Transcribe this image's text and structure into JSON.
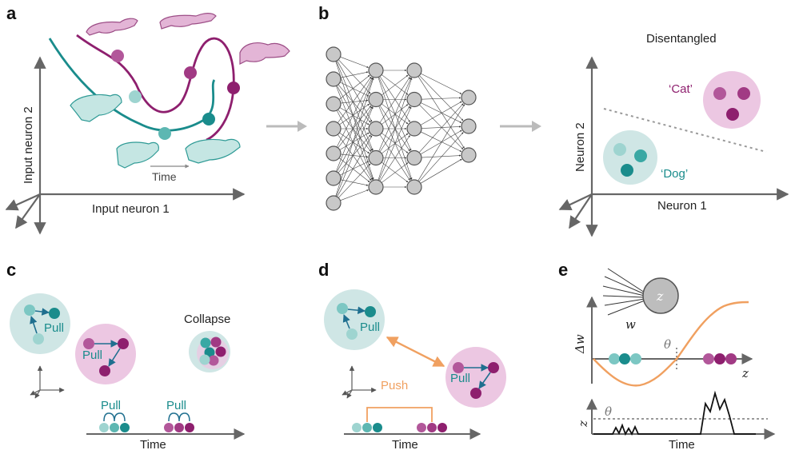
{
  "panels": {
    "a": {
      "label": "a",
      "ylabel": "Input neuron 2",
      "xlabel": "Input neuron 1",
      "time_label": "Time"
    },
    "b": {
      "label": "b",
      "title": "Disentangled",
      "ylabel": "Neuron 2",
      "xlabel": "Neuron 1",
      "cat_label": "‘Cat’",
      "dog_label": "‘Dog’"
    },
    "c": {
      "label": "c",
      "pull_top": "Pull",
      "pull_bottom": "Pull",
      "collapse_label": "Collapse",
      "pull_left_timeline": "Pull",
      "pull_right_timeline": "Pull",
      "time_label": "Time"
    },
    "d": {
      "label": "d",
      "pull_top": "Pull",
      "pull_bottom": "Pull",
      "push_label": "Push",
      "time_label": "Time"
    },
    "e": {
      "label": "e",
      "neuron_label": "z",
      "weight_label": "w",
      "dw_label": "Δw",
      "theta_top": "θ",
      "z_axis_label": "z",
      "z_ylabel": "z",
      "theta_bottom": "θ",
      "time_label": "Time"
    }
  },
  "colors": {
    "teal": "#1a8c8c",
    "teal_light": "#7cc7c3",
    "teal_mid": "#3aa8a4",
    "magenta": "#8e1f6e",
    "magenta_light": "#b2579a",
    "magenta_mid": "#a13a84",
    "orange": "#f0a060",
    "gray": "#777777"
  }
}
